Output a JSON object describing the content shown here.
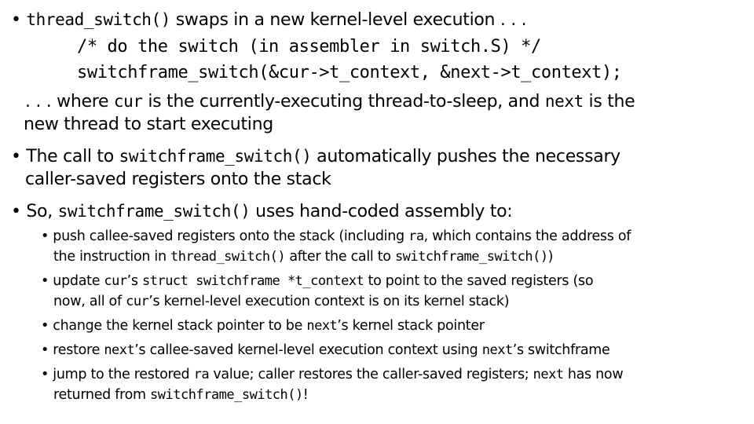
{
  "bullet": "•",
  "b1": {
    "code": "thread_switch()",
    "text": " swaps in a new kernel-level execution . . ."
  },
  "code_comment": "/* do the switch (in assembler in switch.S) */",
  "code_call": "switchframe_switch(&cur->t_context, &next->t_context);",
  "b1_cont": {
    "t1": ". . . where ",
    "c1": "cur",
    "t2": " is the currently-executing thread-to-sleep, and ",
    "c2": "next",
    "t3": " is the",
    "line2": "new thread to start executing"
  },
  "b2": {
    "t1": "The call to ",
    "c1": "switchframe_switch()",
    "t2": " automatically pushes the necessary",
    "line2": "caller-saved registers onto the stack"
  },
  "b3": {
    "t1": "So, ",
    "c1": "switchframe_switch()",
    "t2": " uses hand-coded assembly to:"
  },
  "sub1": {
    "t1": "push callee-saved registers onto the stack (including ",
    "c1": "ra",
    "t2": ", which contains the address of",
    "t3": "the instruction in ",
    "c2": "thread_switch()",
    "t4": " after the call to ",
    "c3": "switchframe_switch()",
    "t5": ")"
  },
  "sub2": {
    "t1": "update ",
    "c1": "cur",
    "t2": "’s ",
    "c2": "struct switchframe *t_context",
    "t3": " to point to the saved registers (so",
    "t4": "now, all of ",
    "c3": "cur",
    "t5": "’s kernel-level execution context is on its kernel stack)"
  },
  "sub3": {
    "t1": "change the kernel stack pointer to be ",
    "c1": "next",
    "t2": "’s kernel stack pointer"
  },
  "sub4": {
    "t1": "restore ",
    "c1": "next",
    "t2": "’s callee-saved kernel-level execution context using ",
    "c2": "next",
    "t3": "’s switchframe"
  },
  "sub5": {
    "t1": "jump to the restored ",
    "c1": "ra",
    "t2": " value; caller restores the caller-saved registers; ",
    "c2": "next",
    "t3": " has now",
    "t4": "returned from ",
    "c3": "switchframe_switch()",
    "t5": "!"
  }
}
